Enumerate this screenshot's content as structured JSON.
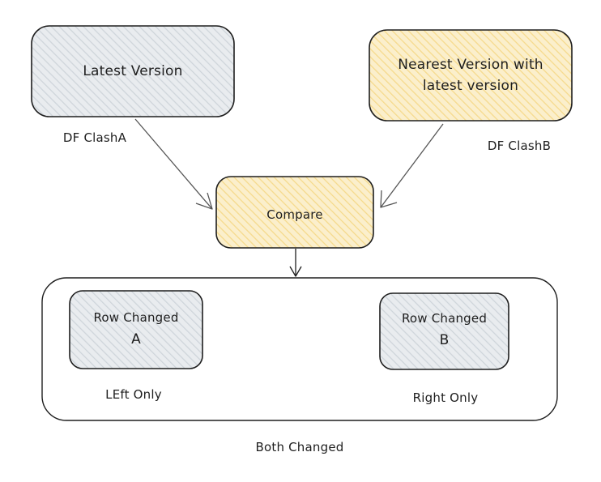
{
  "nodes": {
    "latest": {
      "label": "Latest Version",
      "fill": "#ced4da"
    },
    "nearest": {
      "label_line1": "Nearest Version with",
      "label_line2": "latest version",
      "fill": "#f5d98a"
    },
    "compare": {
      "label": "Compare",
      "fill": "#f5d98a"
    },
    "row_a": {
      "label_line1": "Row Changed",
      "label_line2": "A",
      "fill": "#ced4da"
    },
    "row_b": {
      "label_line1": "Row Changed",
      "label_line2": "B",
      "fill": "#ced4da"
    }
  },
  "labels": {
    "df_clash_a": "DF ClashA",
    "df_clash_b": "DF ClashB",
    "left_only": "LEft Only",
    "right_only": "Right Only",
    "both_changed": "Both Changed"
  },
  "colors": {
    "stroke": "#1e1e1e",
    "arrow": "#555555"
  }
}
